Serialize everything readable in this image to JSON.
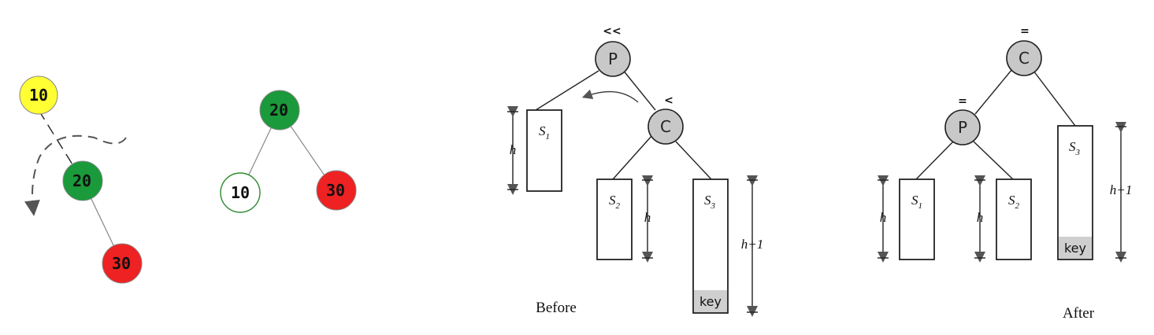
{
  "left_diagram": {
    "before_nodes": [
      "10",
      "20",
      "30"
    ],
    "after_nodes": [
      "20",
      "10",
      "30"
    ],
    "colors": {
      "yellow": "#ffff33",
      "green": "#1a9a3a",
      "red": "#ee2222",
      "white": "#ffffff"
    }
  },
  "right_diagram": {
    "before": {
      "root_label": "P",
      "root_mark": "<<",
      "child_label": "C",
      "child_mark": "<",
      "subtrees": [
        {
          "name": "S",
          "sub": "1",
          "height": "h"
        },
        {
          "name": "S",
          "sub": "2",
          "height": "h"
        },
        {
          "name": "S",
          "sub": "3",
          "height": "h+1",
          "key": "key"
        }
      ],
      "caption": "Before"
    },
    "after": {
      "root_label": "C",
      "root_mark": "=",
      "child_label": "P",
      "child_mark": "=",
      "subtrees": [
        {
          "name": "S",
          "sub": "1",
          "height": "h"
        },
        {
          "name": "S",
          "sub": "2",
          "height": "h"
        },
        {
          "name": "S",
          "sub": "3",
          "height": "h+1",
          "key": "key"
        }
      ],
      "caption": "After"
    }
  }
}
